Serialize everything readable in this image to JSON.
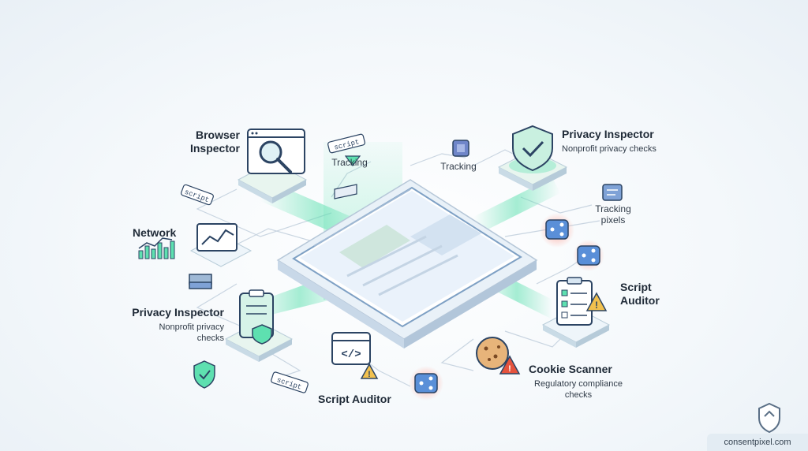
{
  "labels": {
    "browser_inspector": "Browser\nInspector",
    "tracking_left": "Tracking",
    "tracking_mid": "Tracking",
    "privacy_inspector_top": "Privacy Inspector",
    "privacy_inspector_top_sub": "Nonprofit privacy checks",
    "tracking_pixels": "Tracking\npixels",
    "network": "Network",
    "script_auditor_right": "Script\nAuditor",
    "privacy_inspector_left": "Privacy Inspector",
    "privacy_inspector_left_sub": "Nonprofit privacy\nchecks",
    "script_auditor_bottom": "Script Auditor",
    "cookie_scanner": "Cookie Scanner",
    "cookie_scanner_sub": "Regulatory compliance\nchecks",
    "script_tag": "script",
    "watermark": "consentpixel.com"
  },
  "colors": {
    "accent_green": "#5ee0b0",
    "accent_blue": "#5a8fd8",
    "outline": "#2c4463",
    "warning": "#f2c14e",
    "alert_red": "#e5533d"
  }
}
